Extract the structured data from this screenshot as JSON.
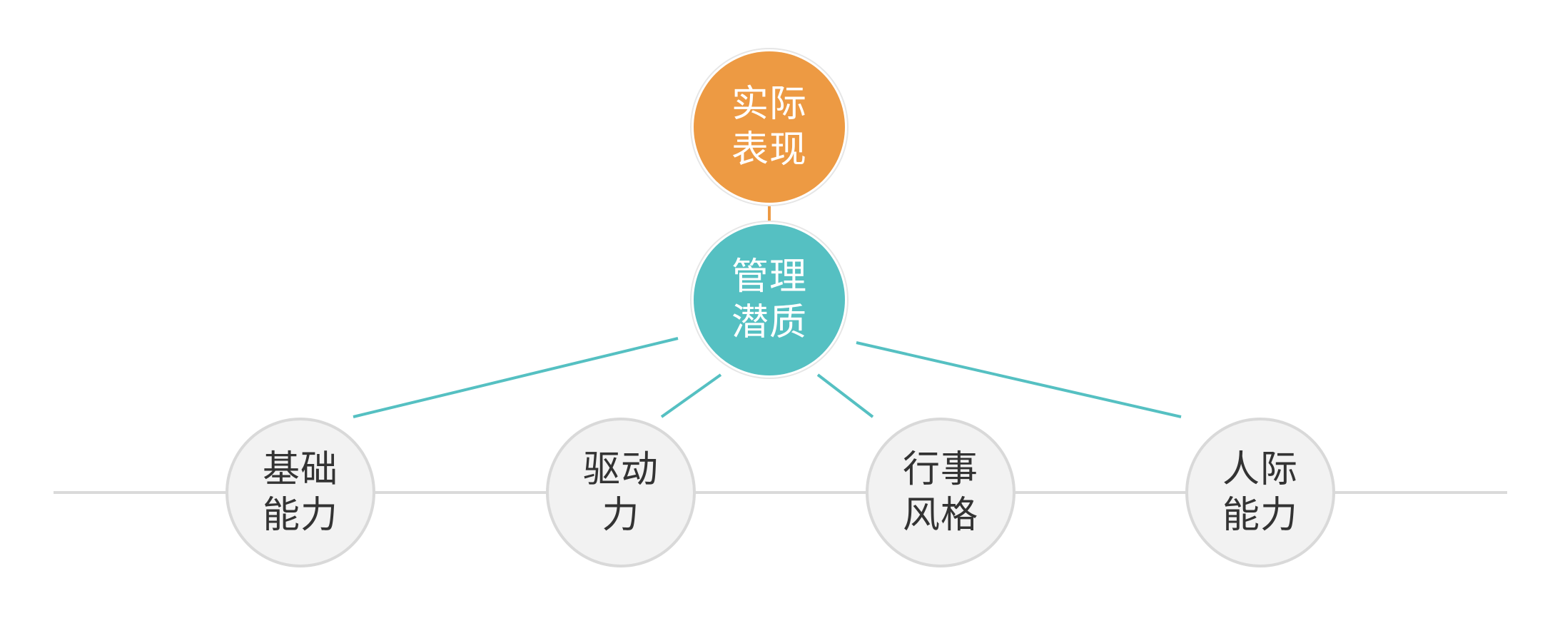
{
  "colors": {
    "top_node": "#ED9A43",
    "mid_node": "#55C0C2",
    "bottom_node_fill": "#F2F2F2",
    "bottom_node_border": "#D9D9D9",
    "baseline": "#DADADA",
    "connector_top": "#ED9A43",
    "connector_mid": "#55C0C2"
  },
  "top_node": {
    "line1": "实际",
    "line2": "表现"
  },
  "mid_node": {
    "line1": "管理",
    "line2": "潜质"
  },
  "bottom_nodes": [
    {
      "line1": "基础",
      "line2": "能力"
    },
    {
      "line1": "驱动",
      "line2": "力"
    },
    {
      "line1": "行事",
      "line2": "风格"
    },
    {
      "line1": "人际",
      "line2": "能力"
    }
  ]
}
